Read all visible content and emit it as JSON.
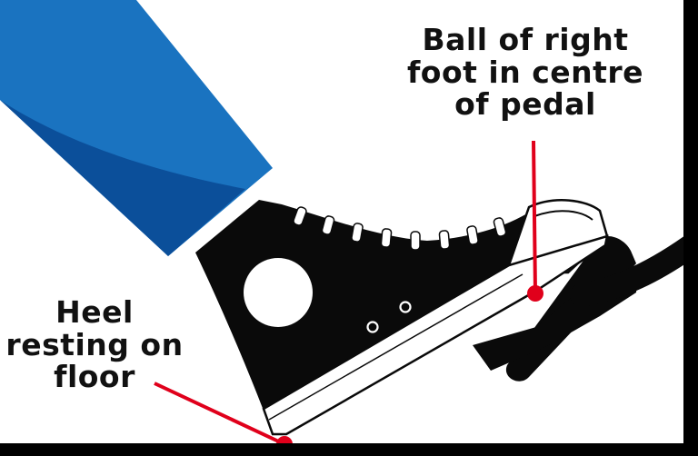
{
  "annotations": {
    "ball": {
      "lines": [
        "Ball of right",
        "foot in centre",
        "of pedal"
      ]
    },
    "heel": {
      "lines": [
        "Heel",
        "resting on",
        "floor"
      ]
    }
  },
  "colors": {
    "jeans": "#1a73c0",
    "jeans_shadow": "#0b4f9a",
    "marker": "#e0001b",
    "shoe": "#0a0a0a",
    "pedal": "#0a0a0a",
    "background": "#ffffff",
    "frame": "#000000"
  },
  "icons": {
    "shoe": "high-top-sneaker-icon",
    "pedal": "pedal-icon",
    "leg": "jeans-leg-icon"
  }
}
